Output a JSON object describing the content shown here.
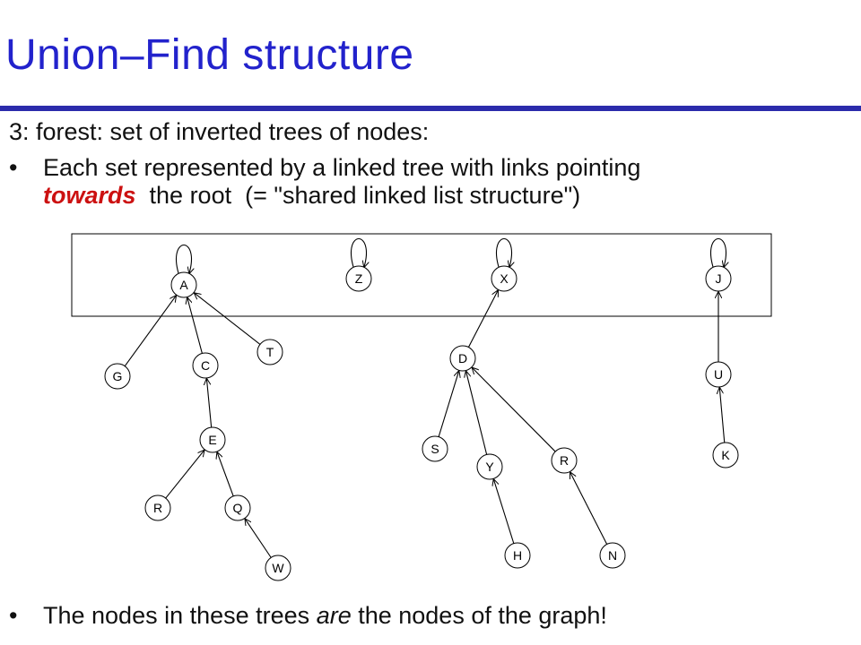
{
  "title": "Union–Find structure",
  "subtitle": "3: forest:  set of inverted trees of nodes:",
  "bullets": [
    {
      "bullet": "•",
      "line1": "Each set represented by a linked tree with links pointing",
      "accent": "towards",
      "rest": "  the root  (= \"shared linked list structure\")"
    },
    {
      "bullet": "•",
      "pre": "The nodes in these trees ",
      "em": "are",
      "post": " the nodes of the graph!"
    }
  ],
  "diagram": {
    "nodes": [
      {
        "id": "A",
        "label": "A"
      },
      {
        "id": "G",
        "label": "G"
      },
      {
        "id": "C",
        "label": "C"
      },
      {
        "id": "T",
        "label": "T"
      },
      {
        "id": "E",
        "label": "E"
      },
      {
        "id": "R1",
        "label": "R"
      },
      {
        "id": "Q",
        "label": "Q"
      },
      {
        "id": "W",
        "label": "W"
      },
      {
        "id": "Z",
        "label": "Z"
      },
      {
        "id": "X",
        "label": "X"
      },
      {
        "id": "D",
        "label": "D"
      },
      {
        "id": "S",
        "label": "S"
      },
      {
        "id": "Y",
        "label": "Y"
      },
      {
        "id": "R2",
        "label": "R"
      },
      {
        "id": "H",
        "label": "H"
      },
      {
        "id": "N",
        "label": "N"
      },
      {
        "id": "J",
        "label": "J"
      },
      {
        "id": "U",
        "label": "U"
      },
      {
        "id": "K",
        "label": "K"
      }
    ],
    "edges": [
      {
        "from": "G",
        "to": "A"
      },
      {
        "from": "C",
        "to": "A"
      },
      {
        "from": "T",
        "to": "A"
      },
      {
        "from": "E",
        "to": "C"
      },
      {
        "from": "R1",
        "to": "E"
      },
      {
        "from": "Q",
        "to": "E"
      },
      {
        "from": "W",
        "to": "Q"
      },
      {
        "from": "D",
        "to": "X"
      },
      {
        "from": "S",
        "to": "D"
      },
      {
        "from": "Y",
        "to": "D"
      },
      {
        "from": "R2",
        "to": "D"
      },
      {
        "from": "H",
        "to": "Y"
      },
      {
        "from": "N",
        "to": "R2"
      },
      {
        "from": "U",
        "to": "J"
      },
      {
        "from": "K",
        "to": "U"
      }
    ],
    "roots": [
      "A",
      "Z",
      "X",
      "J"
    ]
  }
}
